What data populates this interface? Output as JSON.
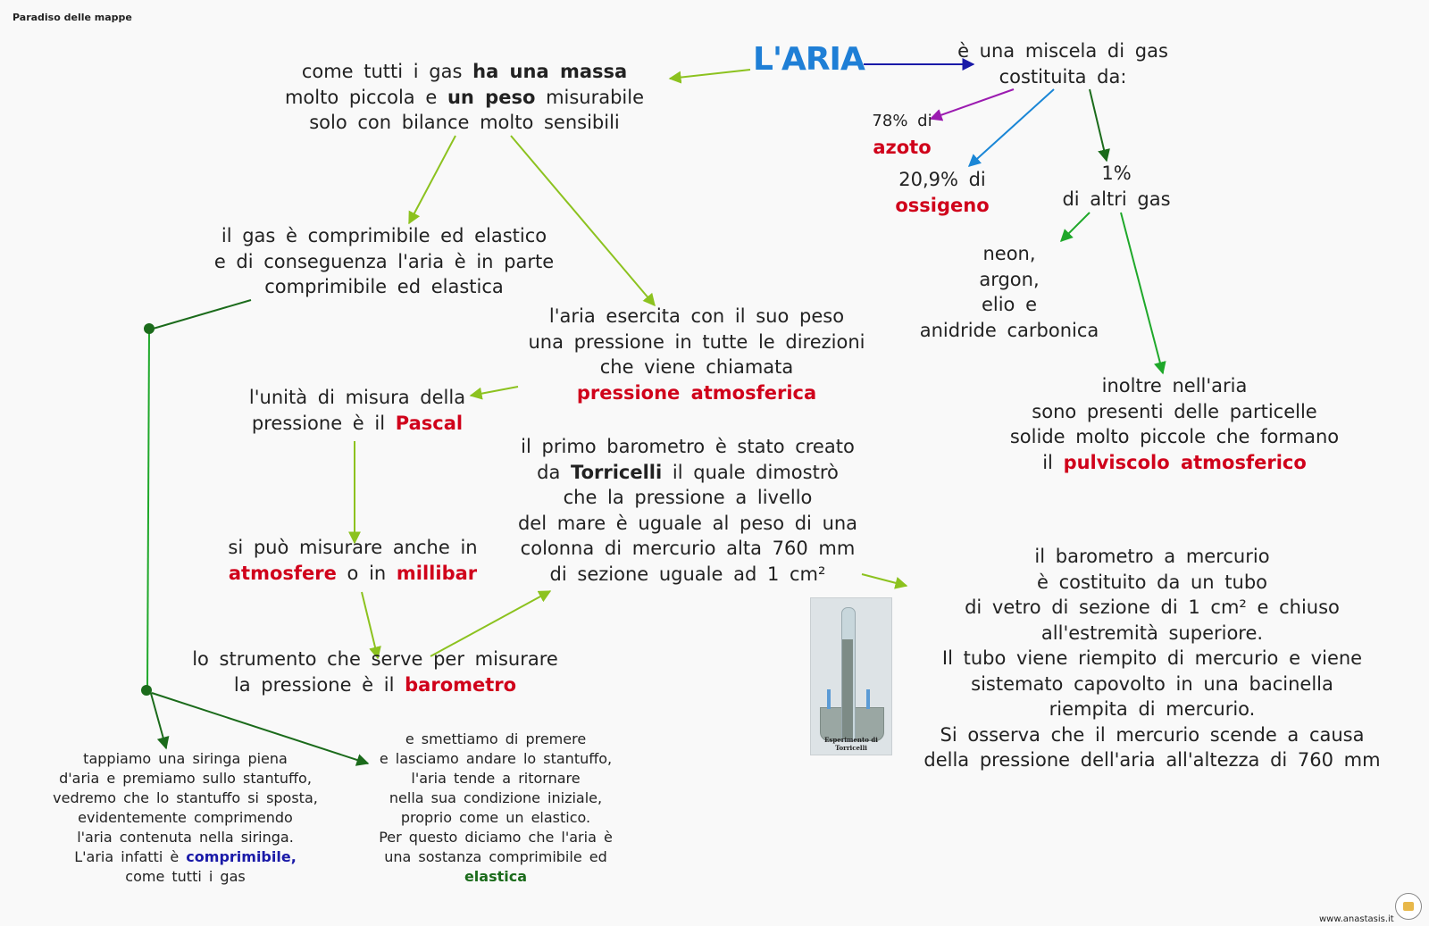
{
  "brand": "Paradiso delle mappe",
  "title": "L'ARIA",
  "website": "www.anastasis.it",
  "nodes": {
    "miscela": [
      "è una miscela di gas",
      "costituita da:"
    ],
    "azoto": {
      "pct": "78% di",
      "name": "azoto"
    },
    "ossigeno": {
      "pct": "20,9% di",
      "name": "ossigeno"
    },
    "altri": [
      "1%",
      "di altri gas"
    ],
    "gas_list": [
      "neon,",
      "argon,",
      "elio e",
      "anidride carbonica"
    ],
    "pulviscolo": {
      "l1": "inoltre nell'aria",
      "l2": "sono presenti delle particelle",
      "l3": "solide molto piccole che formano",
      "l4_pre": "il",
      "l4_red": "pulviscolo atmosferico"
    },
    "massa": {
      "l1_pre": "come tutti i gas",
      "l1_bold": "ha una massa",
      "l2_pre": "molto piccola e",
      "l2_bold": "un peso",
      "l2_post": "misurabile",
      "l3": "solo con bilance molto sensibili"
    },
    "comprimibile": [
      "il gas è comprimibile ed elastico",
      "e di conseguenza l'aria è in parte",
      "comprimibile ed elastica"
    ],
    "pressione": {
      "l1": "l'aria esercita con il suo peso",
      "l2": "una pressione in tutte le direzioni",
      "l3": "che viene chiamata",
      "l4_red": "pressione atmosferica"
    },
    "pascal": {
      "l1": "l'unità di misura della",
      "l2_pre": "pressione è il",
      "l2_red": "Pascal"
    },
    "torricelli": {
      "l1": "il primo barometro è stato creato",
      "l2_pre": "da",
      "l2_bold": "Torricelli",
      "l2_post": "il quale dimostrò",
      "l3": "che la pressione a livello",
      "l4": "del mare è uguale al peso di una",
      "l5": "colonna di mercurio alta 760 mm",
      "l6": "di sezione uguale ad 1 cm²"
    },
    "atmosfere": {
      "l1": "si può misurare anche in",
      "red1": "atmosfere",
      "mid": "o in",
      "red2": "millibar"
    },
    "barometro": {
      "l1": "lo strumento che serve per misurare",
      "l2_pre": "la pressione è il",
      "l2_red": "barometro"
    },
    "mercurio": [
      "il barometro a mercurio",
      "è costituito da un tubo",
      "di vetro di sezione di 1 cm² e chiuso",
      "all'estremità superiore.",
      "Il tubo viene riempito di mercurio e viene",
      "sistemato capovolto in una bacinella",
      "riempita di mercurio.",
      "Si osserva che il mercurio scende a causa",
      "della pressione dell'aria all'altezza di 760 mm"
    ],
    "siringa": {
      "lines": [
        "tappiamo una siringa piena",
        "d'aria e premiamo sullo stantuffo,",
        "vedremo che lo stantuffo si sposta,",
        "evidentemente comprimendo",
        "l'aria contenuta nella siringa."
      ],
      "l6_pre": "L'aria infatti è",
      "l6_blue": "comprimibile,",
      "l7": "come tutti i gas"
    },
    "elastico": {
      "lines": [
        "e smettiamo di premere",
        "e lasciamo andare lo stantuffo,",
        "l'aria tende a ritornare",
        "nella sua condizione iniziale,",
        "proprio come un elastico.",
        "Per questo diciamo che l'aria è",
        "una sostanza comprimibile ed"
      ],
      "green": "elastica"
    }
  },
  "photo_caption": "Esperimento di Torricelli",
  "colors": {
    "title": "#1f7fd6",
    "red": "#d0021b",
    "arrow_green": "#8cc21f",
    "dark_green": "#1b6b1b",
    "navy": "#1a1aa8",
    "purple": "#9b1bb0",
    "sky": "#1a86d6"
  }
}
